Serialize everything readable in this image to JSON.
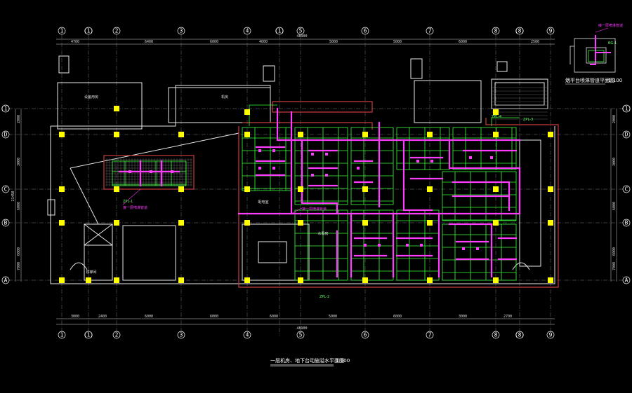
{
  "drawing": {
    "main_title": "一层机房、地下台动施溢水平面图",
    "main_scale": "1:100",
    "inset_title": "烟平台喷淋管道平面图",
    "inset_scale": "1:100",
    "inset_tag": "BG-1",
    "colors": {
      "background": "#000000",
      "wall": "#ffffff",
      "grid": "#c8c8c8",
      "pipe": "#ff3cff",
      "branch": "#3cff3c",
      "column": "#ffff00",
      "outline_red": "#c83c3c"
    }
  },
  "axes": {
    "top": [
      "1",
      "(1)",
      "2",
      "3",
      "4",
      "(1)",
      "5",
      "6",
      "7",
      "8",
      "(8)",
      "9"
    ],
    "bottom": [
      "1",
      "(1)",
      "2",
      "3",
      "4",
      "5",
      "6",
      "7",
      "8",
      "(8)",
      "9"
    ],
    "left": [
      "(1)",
      "D",
      "C",
      "B",
      "A"
    ],
    "right": [
      "(1)",
      "D",
      "C",
      "B",
      "A"
    ]
  },
  "dims": {
    "top_overall": "48900",
    "top_spans": [
      "4700",
      "6400",
      "6000",
      "4000",
      "5000",
      "5000",
      "6000",
      "2500"
    ],
    "bottom_overall": "48900",
    "bottom_spans": [
      "3000",
      "2400",
      "6000",
      "6000",
      "6000",
      "5000",
      "6000",
      "3000",
      "2700"
    ],
    "left_overall": "21450",
    "left_spans": [
      "2000",
      "3000",
      "6000",
      "6000",
      "7000"
    ],
    "right_spans": [
      "2000",
      "3000",
      "6000",
      "6000",
      "7000"
    ]
  },
  "labels": {
    "tag_zpl1": "ZPL-1",
    "tag_zpl2": "ZPL-2",
    "tag_zpl3": "ZPL-3",
    "tag_zpl4": "ZPL-4",
    "note_1": "接一层喷淋管道",
    "note_2": "接一层喷淋管道",
    "room_1": "设备用房",
    "room_2": "楼梯间",
    "room_3": "机房",
    "room_4": "配电室",
    "room_5": "水泵房"
  }
}
